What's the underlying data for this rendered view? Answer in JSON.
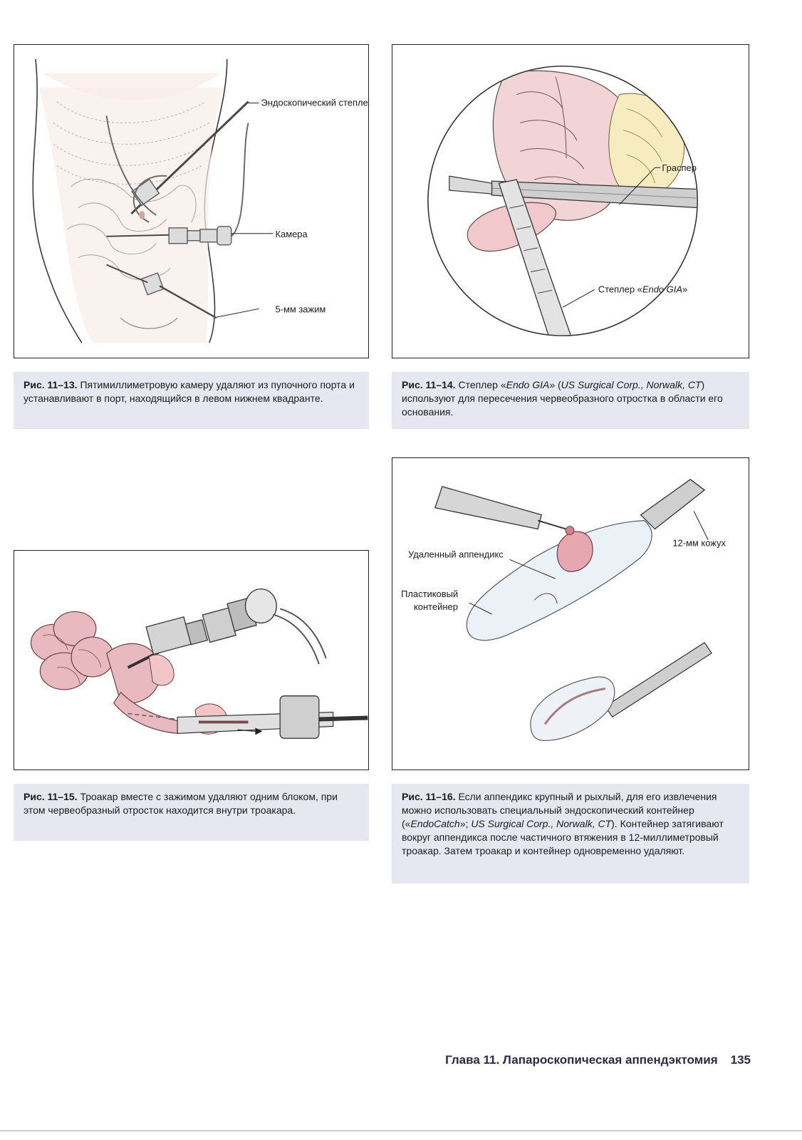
{
  "figures": [
    {
      "id": "fig13",
      "labels": {
        "stapler": "Эндоскопический степлер",
        "camera": "Камера",
        "clamp": "5-мм зажим"
      },
      "caption": {
        "ref": "Рис. 11–13.",
        "text": "Пятимиллиметровую камеру удаляют из пупочного порта и устанавливают в порт, находящийся в левом нижнем квадранте."
      }
    },
    {
      "id": "fig14",
      "labels": {
        "grasper": "Граспер",
        "stapler_prefix": "Степлер «",
        "stapler_name": "Endo GIA",
        "stapler_suffix": "»"
      },
      "caption": {
        "ref": "Рис. 11–14.",
        "t1": "Степлер «",
        "i1": "Endo GIA",
        "t2": "» (",
        "i2": "US Surgical Corp., Norwalk, CT",
        "t3": ") используют для пересечения червеобразного отростка в области его основания."
      }
    },
    {
      "id": "fig15",
      "caption": {
        "ref": "Рис. 11–15.",
        "text": "Троакар вместе с зажимом удаляют одним блоком, при этом червеобразный отросток находится внутри троакара."
      }
    },
    {
      "id": "fig16",
      "labels": {
        "sheath": "12-мм кожух",
        "removed_appendix": "Удаленный аппендикс",
        "container_line1": "Пластиковый",
        "container_line2": "контейнер"
      },
      "caption": {
        "ref": "Рис. 11–16.",
        "t1": "Если аппендикс крупный и рыхлый, для его извлечения можно использовать специальный эндоскопический контейнер («",
        "i1": "EndoCatch",
        "t2": "»; ",
        "i2": "US Surgical Corp., Norwalk, CT",
        "t3": "). Контейнер затягивают вокруг аппендикса после частичного втяжения в 12-миллиметровый троакар. Затем троакар и контейнер одновременно удаляют."
      }
    }
  ],
  "footer": {
    "chapter": "Глава 11. Лапароскопическая аппендэктомия",
    "page_number": "135"
  }
}
